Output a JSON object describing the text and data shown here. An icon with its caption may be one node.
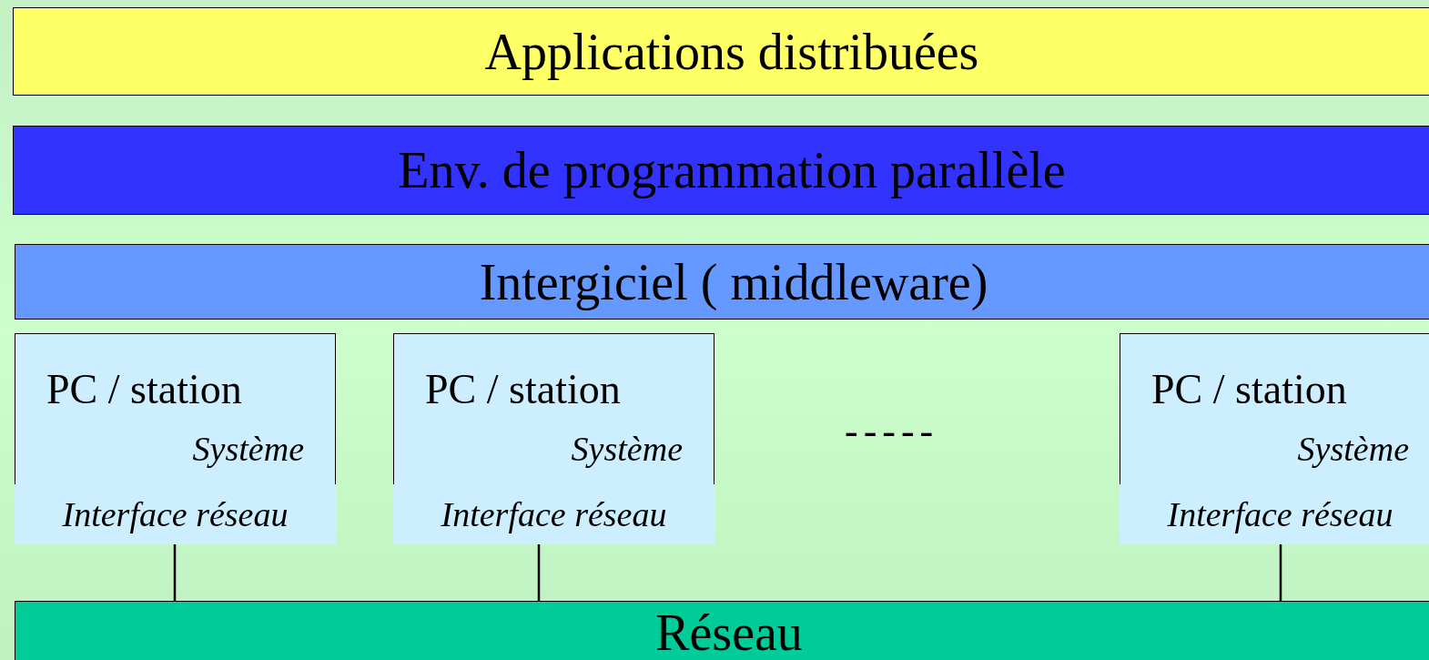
{
  "diagram": {
    "nodes": [
      {
        "text": [
          "Applications distribuées"
        ]
      },
      {
        "text": [
          "Env. de programmation parallèle"
        ]
      },
      {
        "text": [
          "Intergiciel ( middleware)"
        ]
      },
      {
        "text": [
          "PC / station",
          "Système"
        ]
      },
      {
        "text": [
          "Interface réseau"
        ],
        "in": 3
      },
      {
        "text": [
          "PC / station",
          "Système"
        ]
      },
      {
        "text": [
          "Interface réseau"
        ],
        "in": 5
      },
      {
        "text": [
          "PC / station",
          "Système"
        ]
      },
      {
        "text": [
          "Interface réseau"
        ],
        "in": 7
      },
      {
        "text": [
          "Réseau"
        ]
      }
    ],
    "edges": [
      {
        "from": 4,
        "to": 9,
        "arrow": "none"
      },
      {
        "from": 6,
        "to": 9,
        "arrow": "none"
      },
      {
        "from": 8,
        "to": 9,
        "arrow": "none"
      }
    ],
    "labels": [
      "-----"
    ]
  }
}
